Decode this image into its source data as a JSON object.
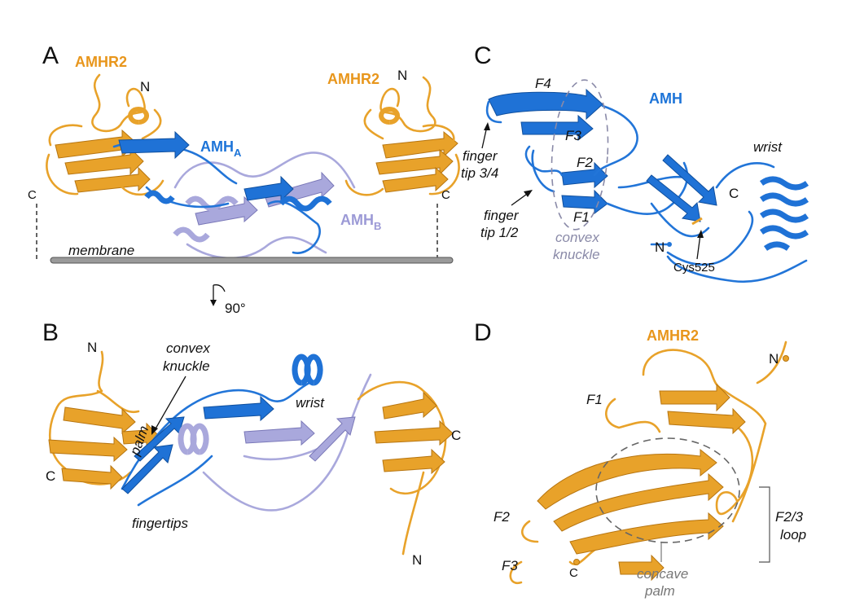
{
  "panels": {
    "A": {
      "letter": "A",
      "amhr2_left": "AMHR2",
      "amhr2_right": "AMHR2",
      "amh_a": "AMH",
      "amh_a_sub": "A",
      "amh_b": "AMH",
      "amh_b_sub": "B",
      "n_left": "N",
      "n_right": "N",
      "c_left": "C",
      "c_right": "C",
      "membrane": "membrane"
    },
    "rotation": {
      "label": "90°"
    },
    "B": {
      "letter": "B",
      "n_top": "N",
      "n_bottom": "N",
      "c_left": "C",
      "c_right": "C",
      "convex": "convex",
      "knuckle": "knuckle",
      "wrist": "wrist",
      "palm": "palm",
      "fingertips": "fingertips"
    },
    "C": {
      "letter": "C",
      "amh": "AMH",
      "f4": "F4",
      "f3": "F3",
      "f2": "F2",
      "f1": "F1",
      "finger_tip_34_a": "finger",
      "finger_tip_34_b": "tip 3/4",
      "finger_tip_12_a": "finger",
      "finger_tip_12_b": "tip 1/2",
      "convex": "convex",
      "knuckle": "knuckle",
      "wrist": "wrist",
      "c": "C",
      "n": "N",
      "cys": "Cys525"
    },
    "D": {
      "letter": "D",
      "amhr2": "AMHR2",
      "f1": "F1",
      "f2": "F2",
      "f3": "F3",
      "n": "N",
      "c": "C",
      "loop_a": "F2/3",
      "loop_b": "loop",
      "concave": "concave",
      "palm": "palm"
    }
  },
  "colors": {
    "amhr2": "#e8a22a",
    "amh_a": "#2275d8",
    "amh_b": "#a9a8dc"
  }
}
